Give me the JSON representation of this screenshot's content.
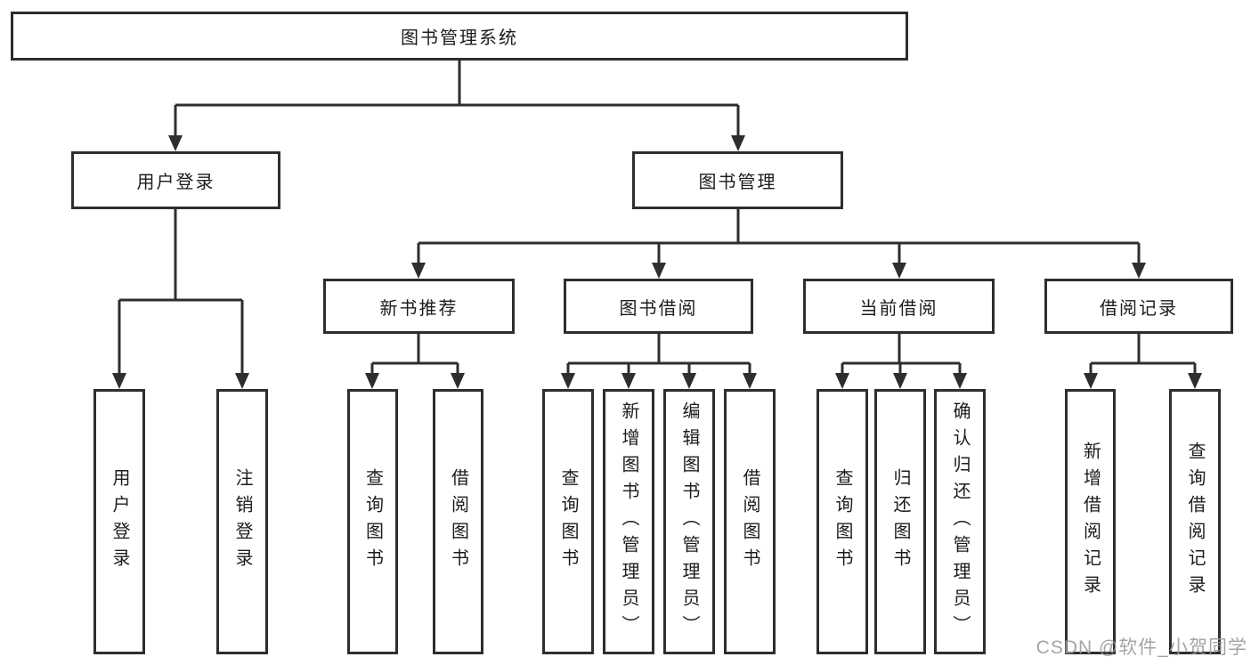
{
  "tree": {
    "root": {
      "label": "图书管理系统"
    },
    "branches": [
      {
        "label": "用户登录",
        "children": [
          {
            "label": "用户登录"
          },
          {
            "label": "注销登录"
          }
        ]
      },
      {
        "label": "图书管理",
        "groups": [
          {
            "label": "新书推荐",
            "children": [
              {
                "label": "查询图书"
              },
              {
                "label": "借阅图书"
              }
            ]
          },
          {
            "label": "图书借阅",
            "children": [
              {
                "label": "查询图书"
              },
              {
                "label": "新增图书（管理员）"
              },
              {
                "label": "编辑图书（管理员）"
              },
              {
                "label": "借阅图书"
              }
            ]
          },
          {
            "label": "当前借阅",
            "children": [
              {
                "label": "查询图书"
              },
              {
                "label": "归还图书"
              },
              {
                "label": "确认归还（管理员）"
              }
            ]
          },
          {
            "label": "借阅记录",
            "children": [
              {
                "label": "新增借阅记录"
              },
              {
                "label": "查询借阅记录"
              }
            ]
          }
        ]
      }
    ]
  },
  "watermark": {
    "text": "CSDN @软件_小贺同学"
  },
  "colors": {
    "line": "#2e2e2e",
    "box_border": "#2e2e2e",
    "box_background": "#ffffff",
    "text": "#1c1c1c",
    "watermark_text": "#9d9d9d",
    "page_background": "#ffffff"
  }
}
